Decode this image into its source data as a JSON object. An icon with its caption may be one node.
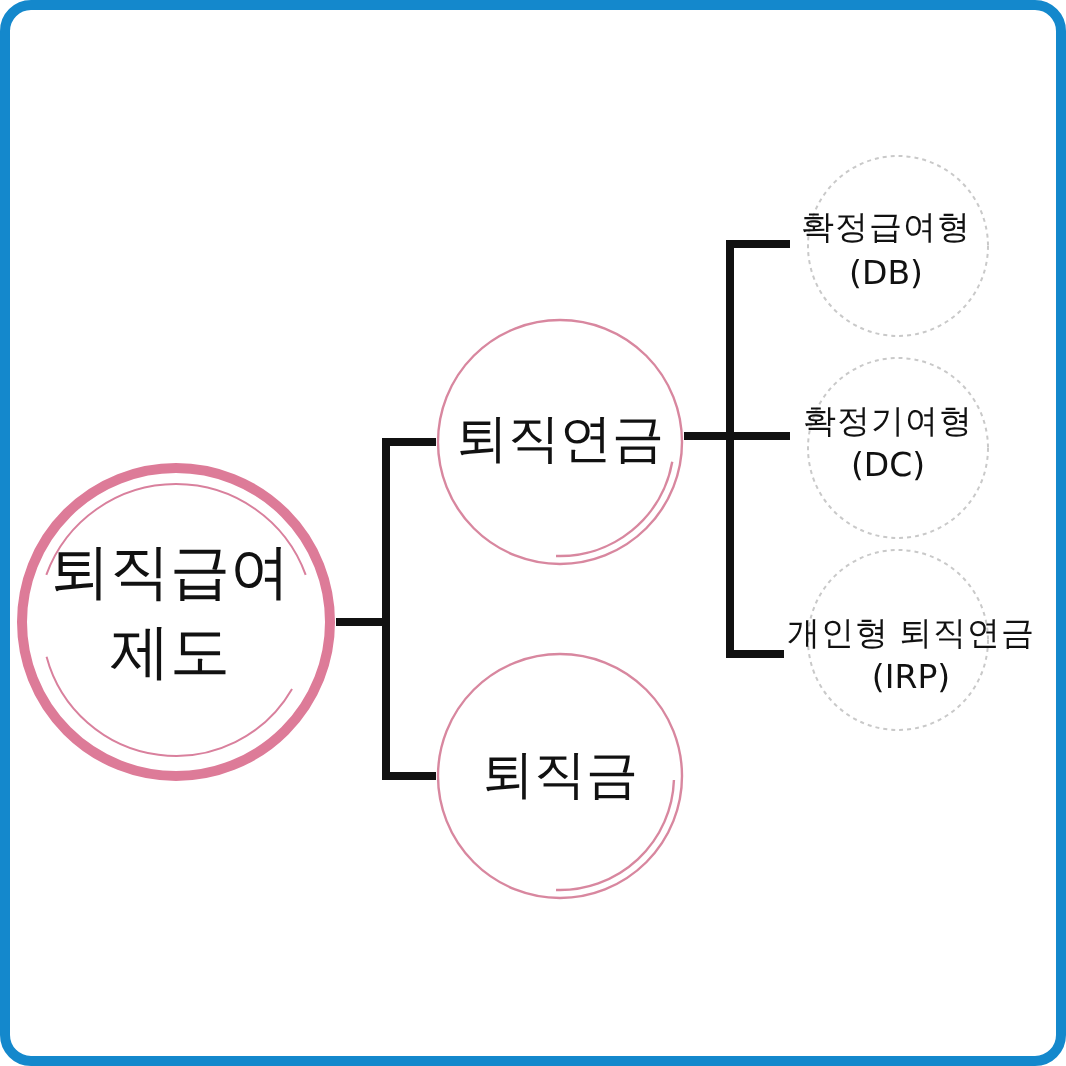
{
  "diagram": {
    "nodes": [
      {
        "text": [
          "퇴직급여 제도"
        ]
      },
      {
        "text": [
          "퇴직연금"
        ]
      },
      {
        "text": [
          "퇴직금"
        ]
      },
      {
        "text": [
          "확정급여형 (DB)"
        ]
      },
      {
        "text": [
          "확정기여형 (DC)"
        ]
      },
      {
        "text": [
          "개인형 퇴직연금 (IRP)"
        ]
      }
    ],
    "edges": [
      {
        "from": 0,
        "to": 1,
        "arrow": "none"
      },
      {
        "from": 0,
        "to": 2,
        "arrow": "none"
      },
      {
        "from": 1,
        "to": 3,
        "arrow": "none"
      },
      {
        "from": 1,
        "to": 4,
        "arrow": "none"
      },
      {
        "from": 1,
        "to": 5,
        "arrow": "none"
      }
    ]
  }
}
